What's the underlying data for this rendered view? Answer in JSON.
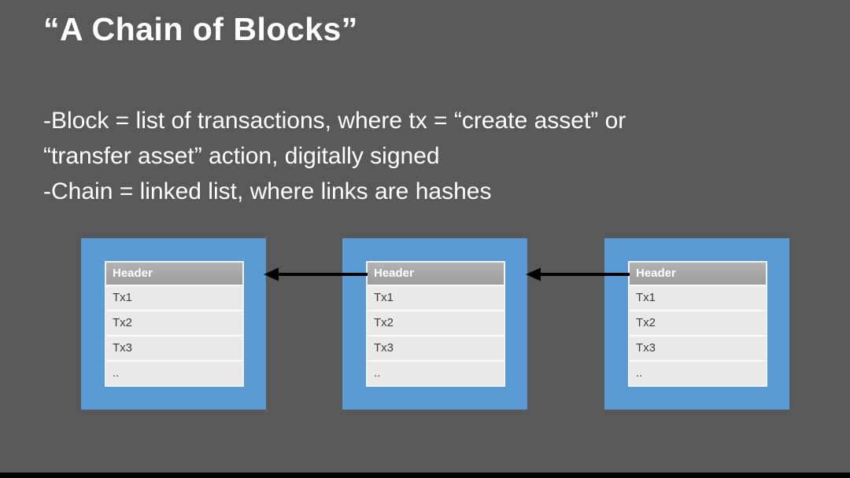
{
  "slide": {
    "title": "“A Chain of Blocks”",
    "body_lines": [
      "-Block = list of transactions, where tx = “create asset” or",
      "“transfer asset” action, digitally signed",
      "-Chain = linked list, where links are hashes"
    ]
  },
  "blocks": [
    {
      "header": "Header",
      "rows": [
        "Tx1",
        "Tx2",
        "Tx3",
        ".."
      ]
    },
    {
      "header": "Header",
      "rows": [
        "Tx1",
        "Tx2",
        "Tx3",
        ".."
      ]
    },
    {
      "header": "Header",
      "rows": [
        "Tx1",
        "Tx2",
        "Tx3",
        ".."
      ]
    }
  ],
  "colors": {
    "background": "#595959",
    "block_blue": "#5b9bd5",
    "table_header_gray": "#a6a6a6",
    "table_row_gray": "#e9e9e9",
    "arrow_black": "#000000",
    "text_white": "#ffffff"
  }
}
